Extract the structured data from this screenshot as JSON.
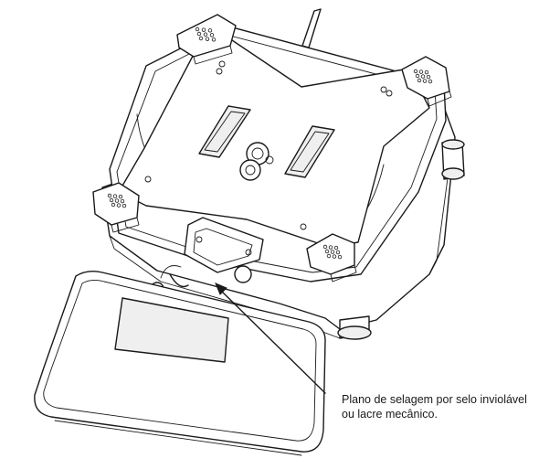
{
  "annotation": {
    "line1": "Plano de selagem por selo inviolável",
    "line2": "ou lacre mecânico."
  },
  "colors": {
    "stroke": "#1a1a1a",
    "background": "#ffffff"
  },
  "icons": [
    "scale-device-drawing",
    "pointer-arrow"
  ]
}
